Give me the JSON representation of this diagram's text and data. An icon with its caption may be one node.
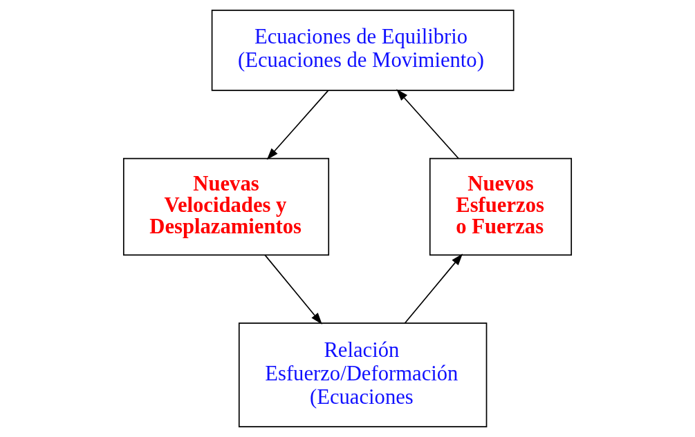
{
  "diagram": {
    "nodes": [
      {
        "text": [
          "Ecuaciones de Equilibrio (Ecuaciones de Movimiento)"
        ]
      },
      {
        "text": [
          "Nuevas Velocidades y Desplazamientos"
        ]
      },
      {
        "text": [
          "Relación Esfuerzo/Deformación (Ecuaciones"
        ]
      },
      {
        "text": [
          "Nuevos Esfuerzos o Fuerzas"
        ]
      }
    ],
    "edges": [
      {
        "from": 0,
        "to": 1,
        "arrow": "to"
      },
      {
        "from": 1,
        "to": 2,
        "arrow": "to"
      },
      {
        "from": 2,
        "to": 3,
        "arrow": "to"
      },
      {
        "from": 3,
        "to": 0,
        "arrow": "to"
      }
    ]
  }
}
